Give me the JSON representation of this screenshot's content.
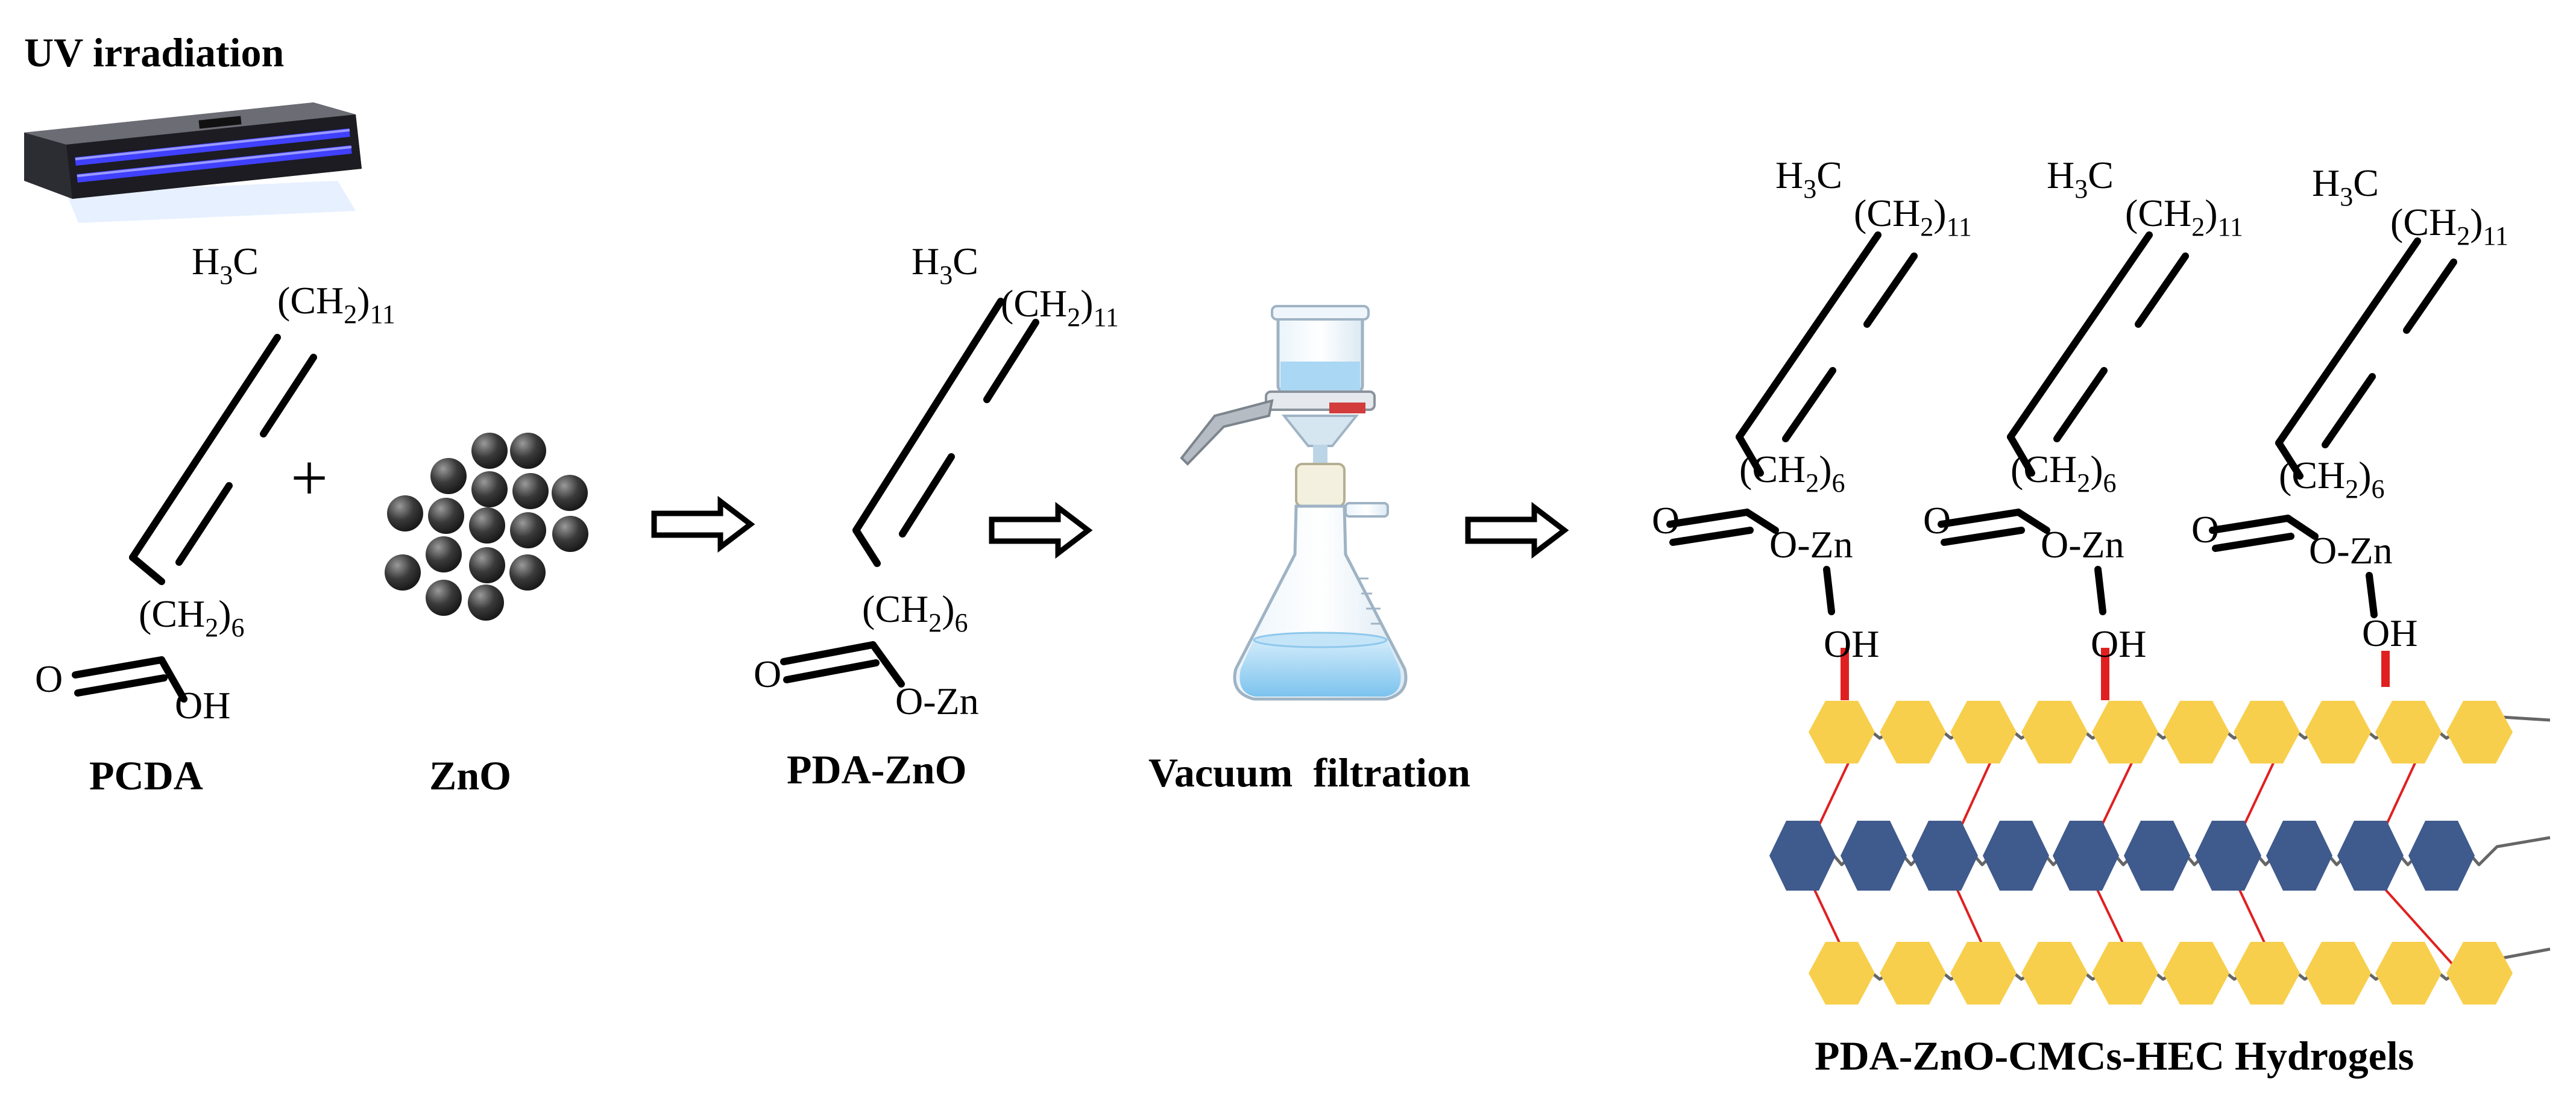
{
  "header": {
    "uv_label": "UV irradiation"
  },
  "plus_sign": "+",
  "chem": {
    "h3c": [
      "H",
      "3",
      "C"
    ],
    "ch2_11": [
      "(CH",
      "2",
      ")",
      "11"
    ],
    "ch2_6": [
      "(CH",
      "2",
      ")",
      "6"
    ],
    "o": "O",
    "oh": "OH",
    "ozn": "O-Zn"
  },
  "labels": {
    "pcda": "PCDA",
    "zno": "ZnO",
    "pda_zno": "PDA-ZnO",
    "vacuum": "Vacuum  filtration",
    "hydrogel": "PDA-ZnO-CMCs-HEC Hydrogels"
  },
  "colors": {
    "yellow_hex": "#F7CF4C",
    "blue_hex": "#3F5A8C",
    "link_red": "#E02020",
    "chain_gray": "#666666",
    "uv_blue": "#3A3AF0",
    "zno_sphere": "#333333"
  }
}
